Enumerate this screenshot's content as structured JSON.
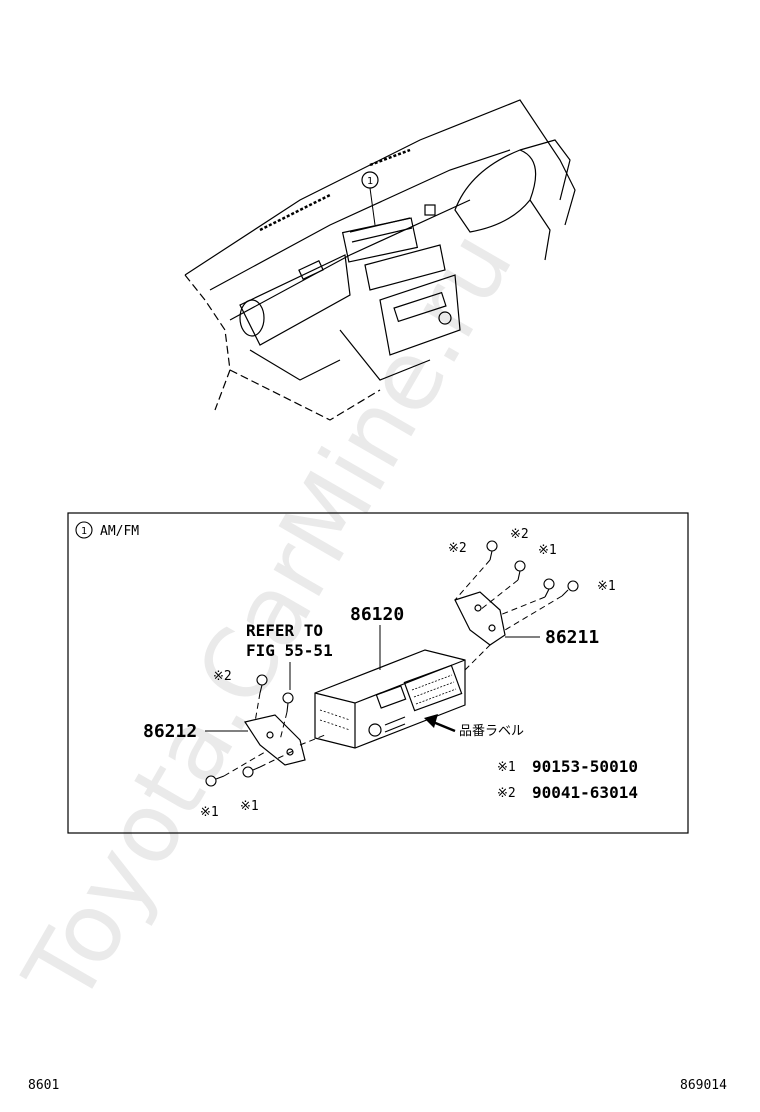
{
  "watermark": "Toyota.CarMine.ru",
  "overview": {
    "callout_number": "1"
  },
  "detail_box": {
    "header_circle": "1",
    "header_label": "AM/FM",
    "refer_line1": "REFER TO",
    "refer_line2": "FIG 55-51",
    "part_radio": "86120",
    "part_bracket_right": "86211",
    "part_bracket_left": "86212",
    "label_note": "品番ラベル",
    "mark1": "※1",
    "mark2": "※2",
    "legend": [
      {
        "mark": "※1",
        "part": "90153-50010"
      },
      {
        "mark": "※2",
        "part": "90041-63014"
      }
    ]
  },
  "footer": {
    "left_code": "8601",
    "right_code": "869014"
  }
}
